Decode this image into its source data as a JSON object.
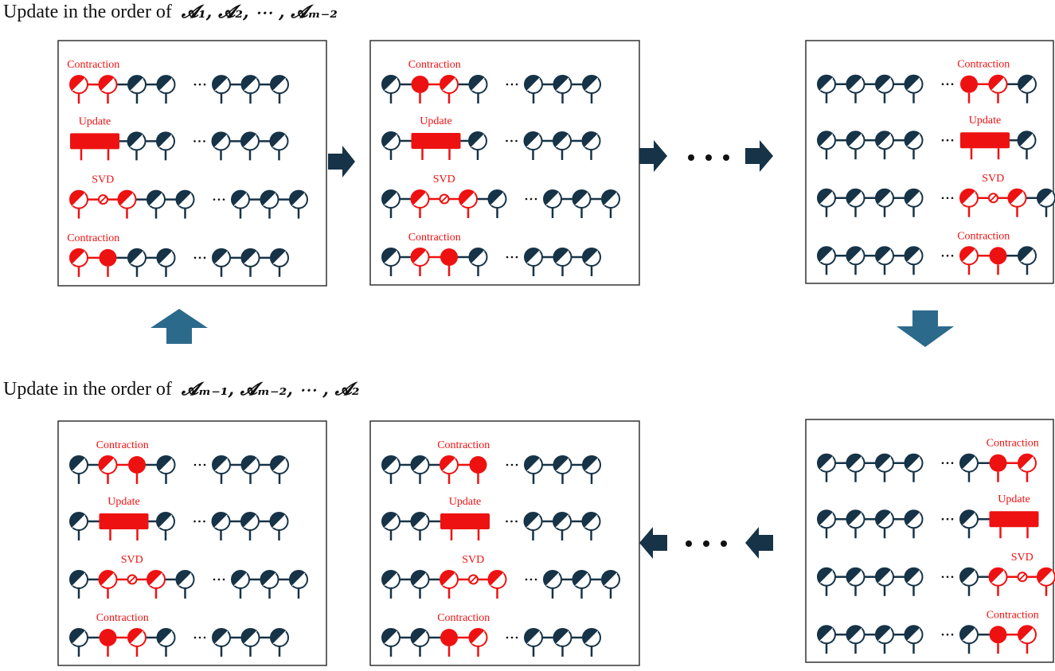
{
  "top_caption": {
    "text": "Update in the order of",
    "math": "𝓐₁, 𝓐₂, ⋯ , 𝓐ₘ₋₂"
  },
  "bottom_caption": {
    "text": "Update in the order of",
    "math": "𝓐ₘ₋₁, 𝓐ₘ₋₂, ⋯ , 𝓐₂"
  },
  "colors": {
    "dark": "#163347",
    "highlight": "#ee1111",
    "big_arrow": "#2c6a8c",
    "panel_border": "#333333"
  },
  "step_labels": {
    "contraction": "Contraction",
    "update": "Update",
    "svd": "SVD"
  },
  "panels": [
    {
      "id": "top-1",
      "rows": [
        {
          "label": "contraction",
          "nodes": [
            "hw-r",
            "hw-r",
            "hw",
            "hw",
            "dots",
            "hw",
            "hw",
            "hw"
          ],
          "red": [
            0,
            1
          ]
        },
        {
          "label": "update",
          "nodes": [
            "block",
            "hw",
            "hw",
            "dots",
            "hw",
            "hw",
            "hw"
          ]
        },
        {
          "label": "svd",
          "nodes": [
            "hw-r",
            "svd",
            "hw-r",
            "hw",
            "hw",
            "dots",
            "hw",
            "hw",
            "hw"
          ],
          "red": [
            0,
            1,
            2
          ]
        },
        {
          "label": "contraction",
          "nodes": [
            "hw-r",
            "full-r",
            "hw",
            "hw",
            "dots",
            "hw",
            "hw",
            "hw"
          ],
          "red": [
            0,
            1
          ]
        }
      ]
    },
    {
      "id": "top-2",
      "rows": [
        {
          "label": "contraction",
          "nodes": [
            "hw",
            "full-r",
            "hw-r",
            "hw",
            "dots",
            "hw",
            "hw",
            "hw"
          ],
          "red": [
            1,
            2
          ]
        },
        {
          "label": "update",
          "nodes": [
            "hw",
            "block",
            "hw",
            "dots",
            "hw",
            "hw",
            "hw"
          ]
        },
        {
          "label": "svd",
          "nodes": [
            "hw",
            "hw-r",
            "svd",
            "hw-r",
            "hw",
            "dots",
            "hw",
            "hw",
            "hw"
          ],
          "red": [
            1,
            2,
            3
          ]
        },
        {
          "label": "contraction",
          "nodes": [
            "hw",
            "hw-r",
            "full-r",
            "hw",
            "dots",
            "hw",
            "hw",
            "hw"
          ],
          "red": [
            1,
            2
          ]
        }
      ]
    },
    {
      "id": "top-3",
      "rows": [
        {
          "label": "contraction",
          "nodes": [
            "hw",
            "hw",
            "hw",
            "hw",
            "dots",
            "full-r",
            "hw-r",
            "hw"
          ],
          "red": [
            5,
            6
          ]
        },
        {
          "label": "update",
          "nodes": [
            "hw",
            "hw",
            "hw",
            "hw",
            "dots",
            "block",
            "hw"
          ]
        },
        {
          "label": "svd",
          "nodes": [
            "hw",
            "hw",
            "hw",
            "hw",
            "dots",
            "hw-r",
            "svd",
            "hw-r",
            "hw"
          ],
          "red": [
            5,
            6,
            7
          ]
        },
        {
          "label": "contraction",
          "nodes": [
            "hw",
            "hw",
            "hw",
            "hw",
            "dots",
            "hw-r",
            "full-r",
            "hw"
          ],
          "red": [
            5,
            6
          ]
        }
      ]
    },
    {
      "id": "bottom-3",
      "rows": [
        {
          "label": "contraction",
          "nodes": [
            "hw",
            "hw",
            "hw",
            "hw",
            "dots",
            "hw",
            "full-r",
            "hw-r"
          ],
          "red": [
            6,
            7
          ]
        },
        {
          "label": "update",
          "nodes": [
            "hw",
            "hw",
            "hw",
            "hw",
            "dots",
            "hw",
            "block"
          ]
        },
        {
          "label": "svd",
          "nodes": [
            "hw",
            "hw",
            "hw",
            "hw",
            "dots",
            "hw",
            "hw-r",
            "svd",
            "hw-r"
          ],
          "red": [
            6,
            7,
            8
          ]
        },
        {
          "label": "contraction",
          "nodes": [
            "hw",
            "hw",
            "hw",
            "hw",
            "dots",
            "hw",
            "full-r",
            "hw-r"
          ],
          "red": [
            6,
            7
          ]
        }
      ]
    },
    {
      "id": "bottom-2",
      "rows": [
        {
          "label": "contraction",
          "nodes": [
            "hw",
            "hw",
            "hw-r",
            "full-r",
            "dots",
            "hw",
            "hw",
            "hw"
          ],
          "red": [
            2,
            3
          ]
        },
        {
          "label": "update",
          "nodes": [
            "hw",
            "hw",
            "block",
            "dots",
            "hw",
            "hw",
            "hw"
          ]
        },
        {
          "label": "svd",
          "nodes": [
            "hw",
            "hw",
            "hw-r",
            "svd",
            "hw-r",
            "dots",
            "hw",
            "hw",
            "hw"
          ],
          "red": [
            2,
            3,
            4
          ]
        },
        {
          "label": "contraction",
          "nodes": [
            "hw",
            "hw",
            "full-r",
            "hw-r",
            "dots",
            "hw",
            "hw",
            "hw"
          ],
          "red": [
            2,
            3
          ]
        }
      ]
    },
    {
      "id": "bottom-1",
      "rows": [
        {
          "label": "contraction",
          "nodes": [
            "hw",
            "hw-r",
            "full-r",
            "hw",
            "dots",
            "hw",
            "hw",
            "hw"
          ],
          "red": [
            1,
            2
          ]
        },
        {
          "label": "update",
          "nodes": [
            "hw",
            "block",
            "hw",
            "dots",
            "hw",
            "hw",
            "hw"
          ]
        },
        {
          "label": "svd",
          "nodes": [
            "hw",
            "hw-r",
            "svd",
            "hw-r",
            "hw",
            "dots",
            "hw",
            "hw",
            "hw"
          ],
          "red": [
            1,
            2,
            3
          ]
        },
        {
          "label": "contraction",
          "nodes": [
            "hw",
            "full-r",
            "hw-r",
            "hw",
            "dots",
            "hw",
            "hw",
            "hw"
          ],
          "red": [
            1,
            2
          ]
        }
      ]
    }
  ]
}
